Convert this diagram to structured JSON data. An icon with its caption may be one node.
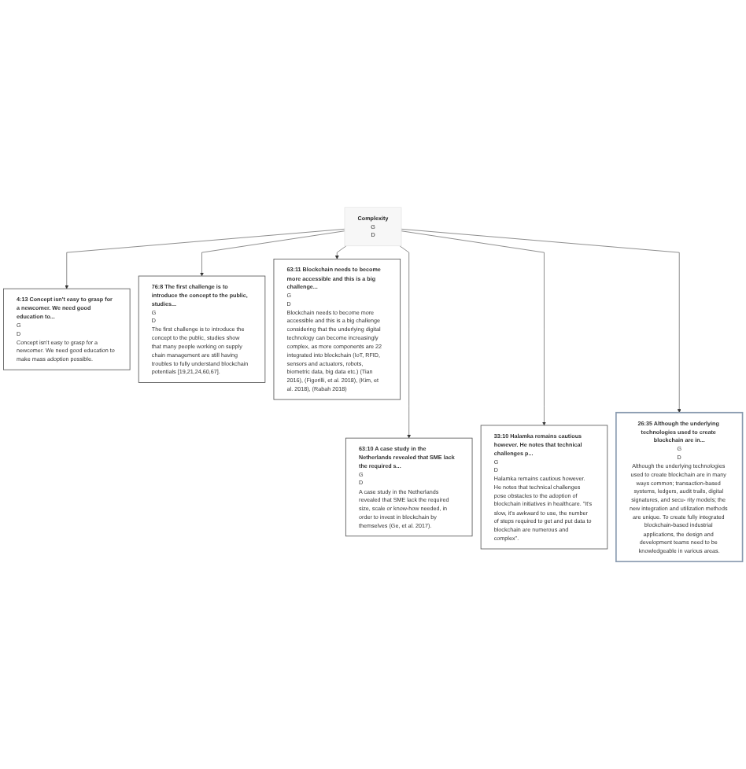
{
  "diagram": {
    "nodes": [
      {
        "text": [
          "4:13 Concept isn't easy to grasp for a newcomer. We need good education to...",
          "G",
          "D",
          "Concept isn't easy to grasp for a newcomer. We need good education to make mass adoption possible."
        ]
      },
      {
        "text": [
          "76:8 The first challenge is to introduce the concept to the public, studies...",
          "G",
          "D",
          "The first challenge is to introduce the concept to the public, studies show that many people working on supply chain management are still having troubles to fully understand blockchain potentials [19,21,24,60,67]."
        ]
      },
      {
        "text": [
          "Complexity",
          "G",
          "D"
        ]
      },
      {
        "text": [
          "63:11 Blockchain needs to become more accessible and this is a big challenge...",
          "G",
          "D",
          "Blockchain needs to become more accessible and this is a big challenge considering that the underlying digital technology can become increasingly complex, as more components are 22 integrated into blockchain (IoT, RFID, sensors and actuators, robots, biometric data, big data etc.) (Tian 2016), (Figorilli, et al. 2018), (Kim, et al. 2018), (Rabah 2018)"
        ]
      },
      {
        "text": [
          "63:10 A case study in the Netherlands revealed that SME lack the required s...",
          "G",
          "D",
          "A case study in the Netherlands revealed that SME lack the required size, scale or know-how needed, in order to invest in blockchain by themselves (Ge, et al. 2017)."
        ]
      },
      {
        "text": [
          "33:10 Halamka remains cautious however. He notes that technical challenges p...",
          "G",
          "D",
          "Halamka remains cautious however. He notes that technical challenges pose obstacles to the adoption of blockchain initiatives in healthcare. \"It's slow, it's awkward to use, the number of steps required to get and put data to blockchain are numerous and complex\"."
        ]
      },
      {
        "text": [
          "26:35 Although the underlying technologies used to create blockchain are in...",
          "G",
          "D",
          "Although the underlying technologies used to create blockchain are in many ways common; transaction-based systems, ledgers, audit trails, digital signatures, and secu- rity models; the new integration and utilization methods are unique. To create fully integrated blockchain-based industrial applications, the design and development teams need to be knowledgeable in various areas."
        ]
      }
    ],
    "edges": [
      {
        "from": 2,
        "to": 0,
        "arrow": "to"
      },
      {
        "from": 2,
        "to": 1,
        "arrow": "to"
      },
      {
        "from": 2,
        "to": 3,
        "arrow": "to"
      },
      {
        "from": 2,
        "to": 4,
        "arrow": "to"
      },
      {
        "from": 2,
        "to": 5,
        "arrow": "to"
      },
      {
        "from": 2,
        "to": 6,
        "arrow": "to"
      }
    ]
  }
}
